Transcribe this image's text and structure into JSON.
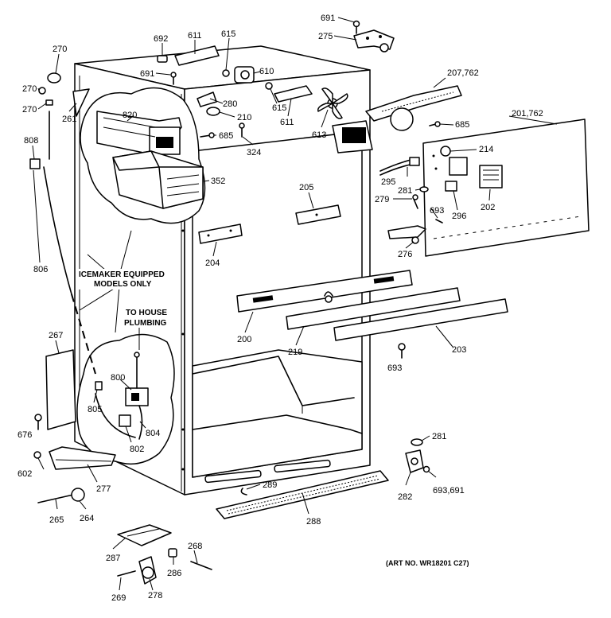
{
  "notes": {
    "icemaker_line1": "ICEMAKER EQUIPPED",
    "icemaker_line2": "MODELS ONLY",
    "plumbing_line1": "TO HOUSE",
    "plumbing_line2": "PLUMBING",
    "art_no": "(ART NO. WR18201 C27)"
  },
  "parts": [
    {
      "id": "p691a",
      "label": "691"
    },
    {
      "id": "p275",
      "label": "275"
    },
    {
      "id": "p692",
      "label": "692"
    },
    {
      "id": "p611a",
      "label": "611"
    },
    {
      "id": "p615a",
      "label": "615"
    },
    {
      "id": "p270a",
      "label": "270"
    },
    {
      "id": "p691b",
      "label": "691"
    },
    {
      "id": "p610",
      "label": "610"
    },
    {
      "id": "p207",
      "label": "207,762"
    },
    {
      "id": "p270b",
      "label": "270"
    },
    {
      "id": "p615b",
      "label": "615"
    },
    {
      "id": "p270c",
      "label": "270"
    },
    {
      "id": "p820",
      "label": "820"
    },
    {
      "id": "p280",
      "label": "280"
    },
    {
      "id": "p201",
      "label": "201,762"
    },
    {
      "id": "p261",
      "label": "261"
    },
    {
      "id": "p210",
      "label": "210"
    },
    {
      "id": "p611b",
      "label": "611"
    },
    {
      "id": "p685a",
      "label": "685"
    },
    {
      "id": "p613",
      "label": "613"
    },
    {
      "id": "p685b",
      "label": "685"
    },
    {
      "id": "p808",
      "label": "808"
    },
    {
      "id": "p324",
      "label": "324"
    },
    {
      "id": "p214",
      "label": "214"
    },
    {
      "id": "p352",
      "label": "352"
    },
    {
      "id": "p205",
      "label": "205"
    },
    {
      "id": "p295",
      "label": "295"
    },
    {
      "id": "p281a",
      "label": "281"
    },
    {
      "id": "p279",
      "label": "279"
    },
    {
      "id": "p693a",
      "label": "693"
    },
    {
      "id": "p296",
      "label": "296"
    },
    {
      "id": "p202",
      "label": "202"
    },
    {
      "id": "p276",
      "label": "276"
    },
    {
      "id": "p204",
      "label": "204"
    },
    {
      "id": "p806",
      "label": "806"
    },
    {
      "id": "p200",
      "label": "200"
    },
    {
      "id": "p219",
      "label": "219"
    },
    {
      "id": "p203",
      "label": "203"
    },
    {
      "id": "p267",
      "label": "267"
    },
    {
      "id": "p693b",
      "label": "693"
    },
    {
      "id": "p800",
      "label": "800"
    },
    {
      "id": "p805",
      "label": "805"
    },
    {
      "id": "p804",
      "label": "804"
    },
    {
      "id": "p676",
      "label": "676"
    },
    {
      "id": "p802",
      "label": "802"
    },
    {
      "id": "p281b",
      "label": "281"
    },
    {
      "id": "p602",
      "label": "602"
    },
    {
      "id": "p277",
      "label": "277"
    },
    {
      "id": "p289",
      "label": "289"
    },
    {
      "id": "p282",
      "label": "282"
    },
    {
      "id": "p693c",
      "label": "693,691"
    },
    {
      "id": "p265",
      "label": "265"
    },
    {
      "id": "p264",
      "label": "264"
    },
    {
      "id": "p288",
      "label": "288"
    },
    {
      "id": "p268",
      "label": "268"
    },
    {
      "id": "p287",
      "label": "287"
    },
    {
      "id": "p286",
      "label": "286"
    },
    {
      "id": "p269",
      "label": "269"
    },
    {
      "id": "p278",
      "label": "278"
    }
  ]
}
